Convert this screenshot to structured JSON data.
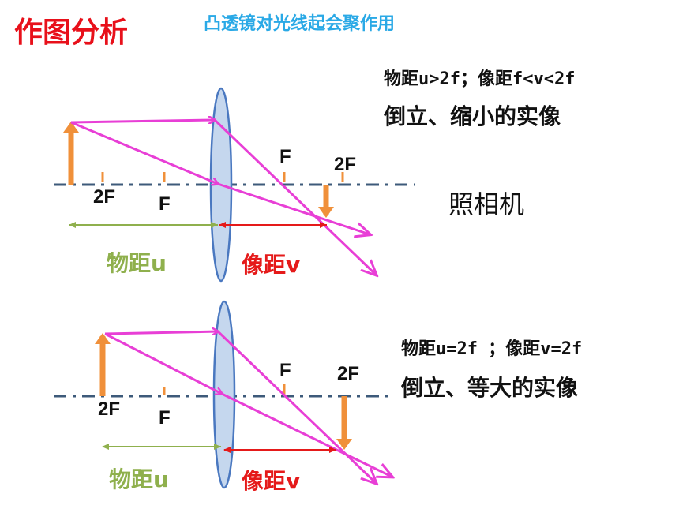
{
  "header": {
    "title": "作图分析",
    "subtitle": "凸透镜对光线起会聚作用"
  },
  "case1": {
    "condition": "物距u>2f；像距f<v<2f",
    "conclusion": "倒立、缩小的实像",
    "application": "照相机",
    "labels": {
      "obj_2f": "2F",
      "obj_f": "F",
      "img_f": "F",
      "img_2f": "2F"
    },
    "u_label": "物距u",
    "v_label": "像距v"
  },
  "case2": {
    "condition": "物距u=2f ；像距v=2f",
    "conclusion": "倒立、等大的实像",
    "labels": {
      "obj_2f": "2F",
      "obj_f": "F",
      "img_f": "F",
      "img_2f": "2F"
    },
    "u_label": "物距u",
    "v_label": "像距v"
  },
  "colors": {
    "ray": "#e83fd6",
    "object_arrow": "#f0903a",
    "axis": "#3d5a7a",
    "lens_fill": "#c5d7ee",
    "lens_stroke": "#4a78c0",
    "u_arrow": "#8fb04d",
    "v_arrow": "#e51a1a"
  }
}
